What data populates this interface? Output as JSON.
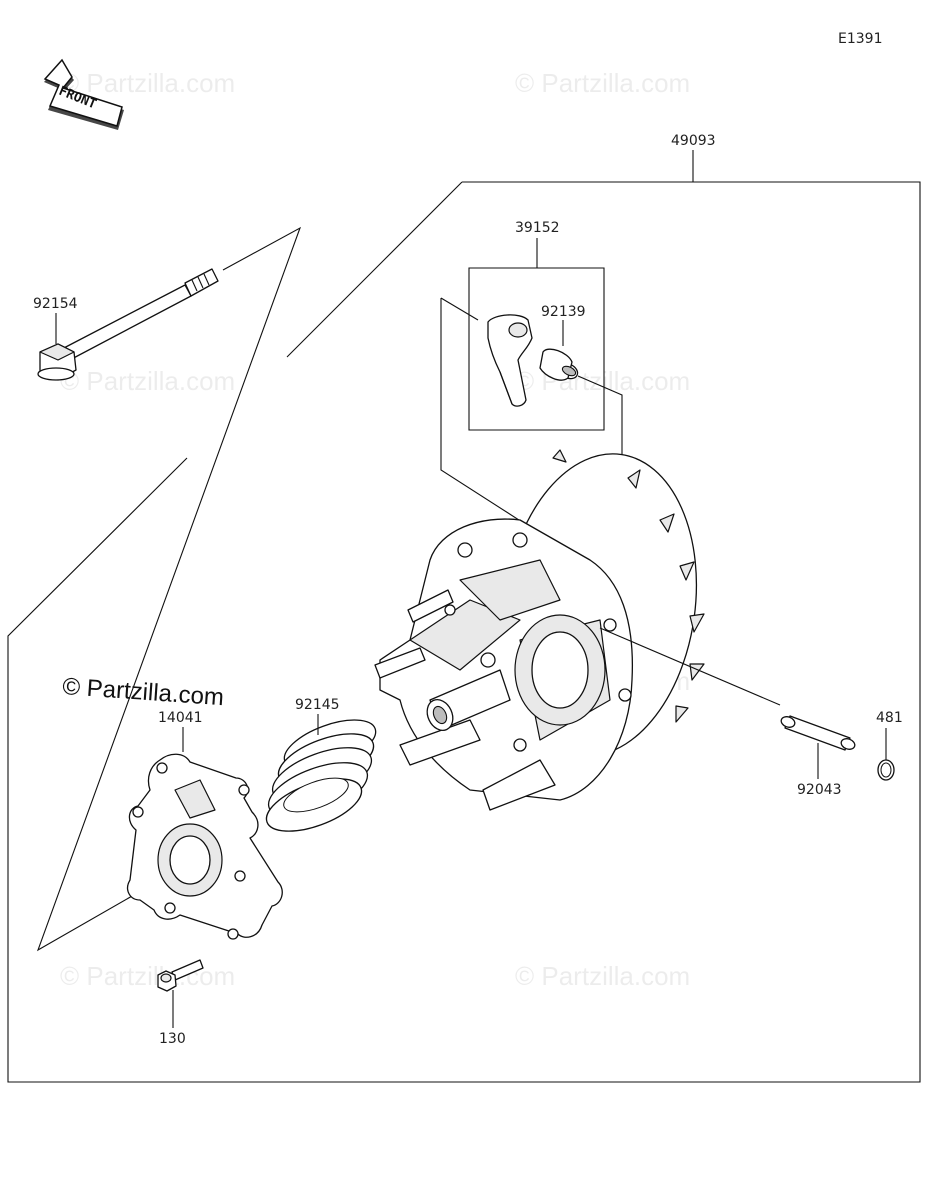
{
  "diagram_code": "E1391",
  "front_arrow_text": "FRONT",
  "copyright": "© Partzilla.com",
  "watermark_text": "© Partzilla.com",
  "parts": {
    "bolt_long": "92154",
    "assembly": "49093",
    "weight_kit": "39152",
    "collar": "92139",
    "cover": "14041",
    "spring": "92145",
    "pin": "92043",
    "circlip": "481",
    "bolt_small": "130"
  }
}
